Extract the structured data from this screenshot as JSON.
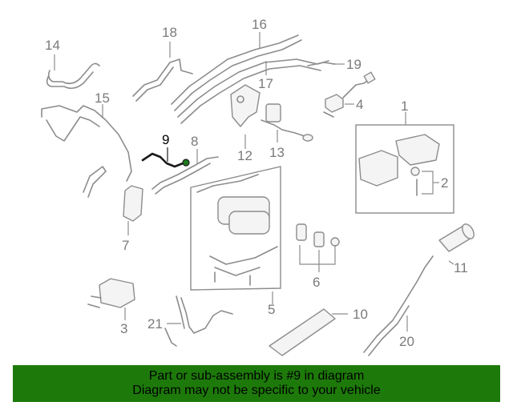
{
  "diagram": {
    "callouts": [
      "1",
      "2",
      "3",
      "4",
      "5",
      "6",
      "7",
      "8",
      "9",
      "10",
      "11",
      "12",
      "13",
      "14",
      "15",
      "16",
      "17",
      "18",
      "19",
      "20",
      "21"
    ],
    "highlighted_part": "9",
    "colors": {
      "line": "#8c8c8c",
      "label": "#7a7a7a",
      "highlight": "#1a1a1a",
      "highlight_accent": "#1f7a1f",
      "banner": "#1d7a0a"
    }
  },
  "banner": {
    "line1": "Part or sub-assembly is #9 in diagram",
    "line2": "Diagram may not be specific to your vehicle"
  }
}
